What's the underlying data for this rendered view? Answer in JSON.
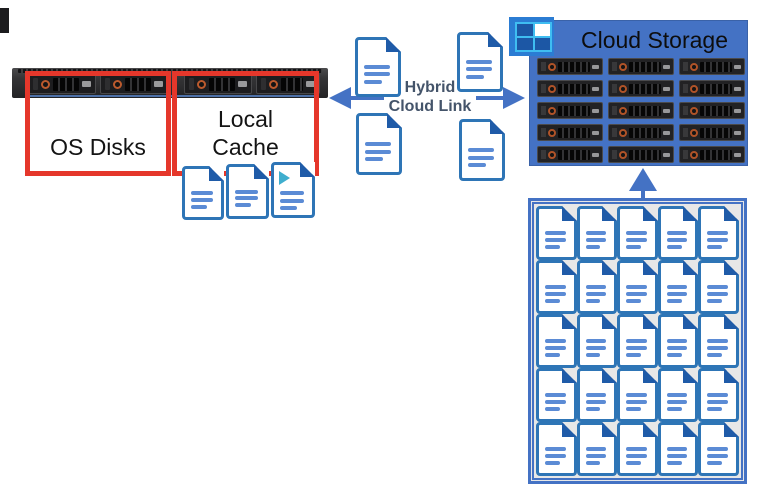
{
  "labels": {
    "os_disks": "OS Disks",
    "local_cache": "Local Cache",
    "hybrid_link_line1": "Hybrid",
    "hybrid_link_line2": "Cloud Link",
    "cloud_storage": "Cloud Storage"
  },
  "colors": {
    "highlight_red": "#E5372B",
    "cloud_blue": "#4472C4",
    "doc_border_blue": "#2E75B6",
    "doc_fold_blue": "#1F5BA8",
    "doc_line_blue": "#5B8BD5",
    "video_play_teal": "#3FAECE",
    "storage_icon_cyan": "#3FBDF1",
    "link_text_gray": "#44546A",
    "server_dark": "#2a2a2c"
  },
  "icons": {
    "cloud_storage_icon": "azure-storage-icon",
    "document_icon": "document-icon",
    "video_document_icon": "video-document-icon",
    "server_icon": "rack-server-icon",
    "drive_icon": "disk-drive-icon"
  },
  "structure": {
    "server_bays": 4,
    "cache_documents": [
      "text",
      "text",
      "video"
    ],
    "link_documents": [
      "text",
      "text",
      "text",
      "text"
    ],
    "cloud_drive_grid": {
      "rows": 5,
      "cols": 3
    },
    "document_grid": {
      "rows": 5,
      "cols": 5
    },
    "hybrid_link_arrow": "double-headed-horizontal",
    "upload_arrow": "upward"
  }
}
